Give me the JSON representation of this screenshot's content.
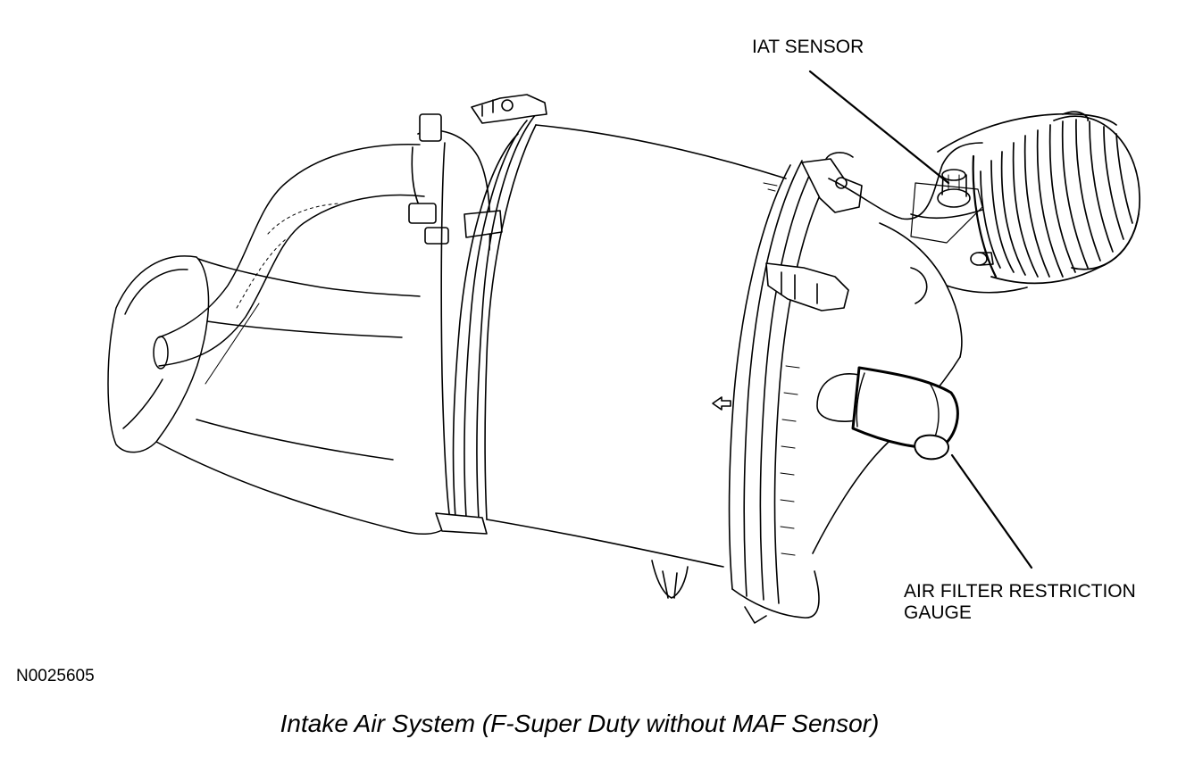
{
  "labels": {
    "iat_sensor": "IAT SENSOR",
    "air_filter_restriction_gauge_line1": "AIR FILTER RESTRICTION",
    "air_filter_restriction_gauge_line2": "GAUGE"
  },
  "figure_id": "N0025605",
  "caption": "Intake Air System (F-Super Duty without MAF Sensor)",
  "colors": {
    "ink": "#000000",
    "paper": "#ffffff"
  }
}
